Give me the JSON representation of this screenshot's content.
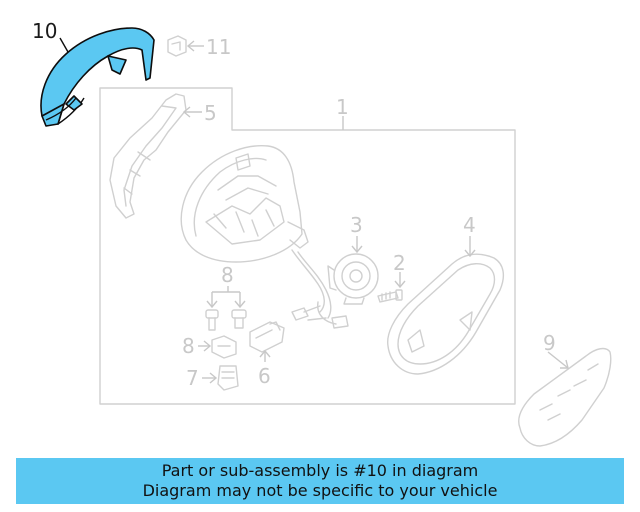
{
  "callouts": {
    "c1": "1",
    "c2": "2",
    "c3": "3",
    "c4": "4",
    "c5": "5",
    "c6": "6",
    "c7": "7",
    "c8a": "8",
    "c8b": "8",
    "c9": "9",
    "c10": "10",
    "c11": "11"
  },
  "highlight_part": "10",
  "colors": {
    "highlight": "#5bc8f2",
    "banner": "#5bc8f2",
    "line_art": "#d0d0d0"
  },
  "banner": {
    "line1": "Part or sub-assembly is #10 in diagram",
    "line2": "Diagram may not be specific to your vehicle"
  }
}
